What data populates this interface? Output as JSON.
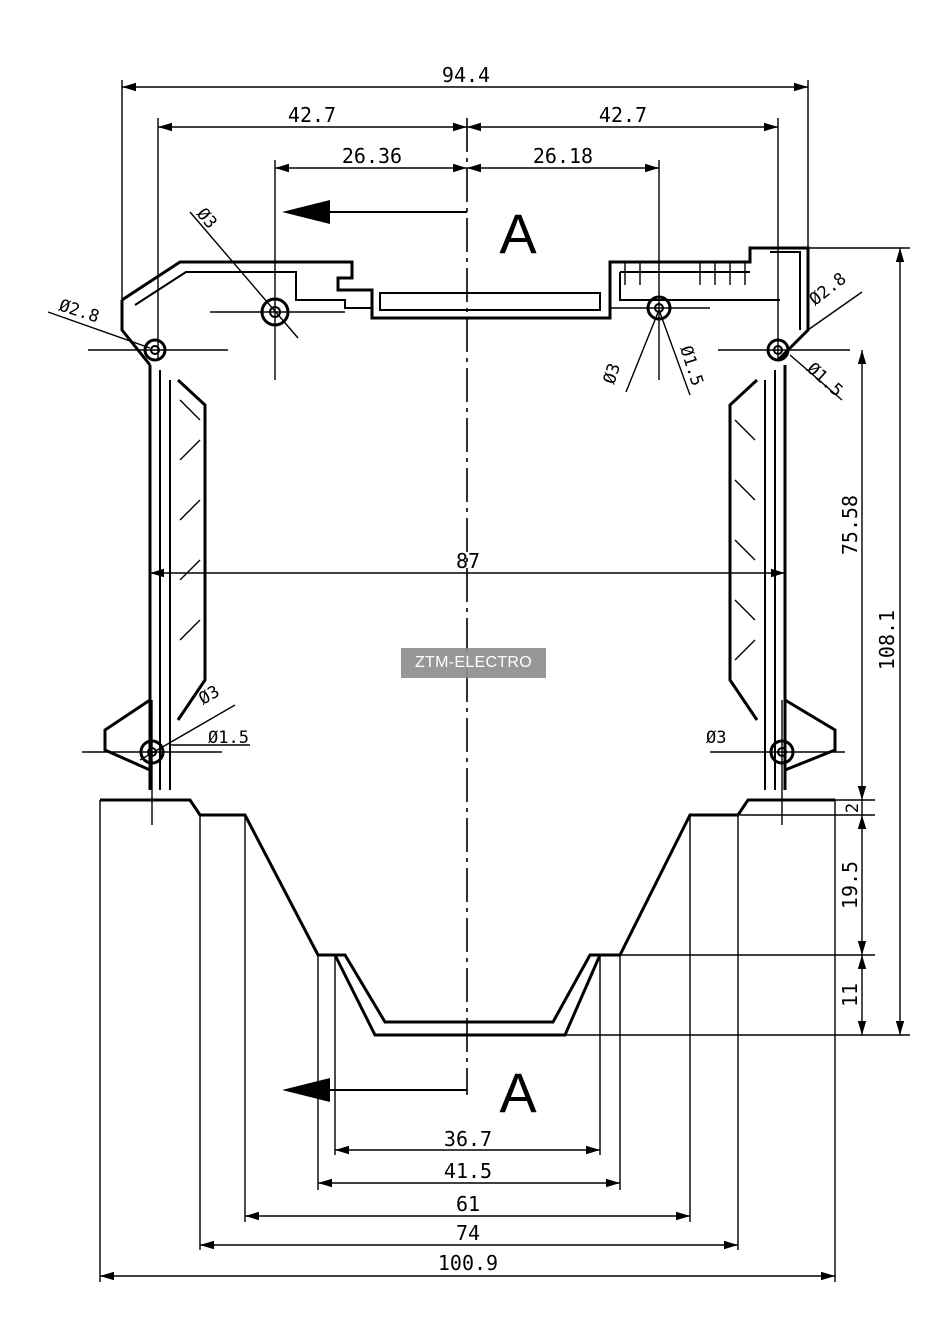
{
  "dimensions": {
    "overall_top_width": "94.4",
    "left_half": "42.7",
    "right_half": "42.7",
    "left_mount": "26.36",
    "right_mount": "26.18",
    "inner_width": "87",
    "hole_tl": "Ø2.8",
    "hole_tl2": "Ø3",
    "hole_tr": "Ø2.8",
    "hole_tr2": "Ø1.5",
    "hole_tm_a": "Ø3",
    "hole_tm_b": "Ø1.5",
    "hole_bl_a": "Ø3",
    "hole_bl_b": "Ø1.5",
    "hole_br": "Ø3",
    "height_upper": "75.58",
    "height_total": "108.1",
    "step_2": "2",
    "step_19_5": "19.5",
    "step_11": "11",
    "w_36_7": "36.7",
    "w_41_5": "41.5",
    "w_61": "61",
    "w_74": "74",
    "w_100_9": "100.9"
  },
  "section_label_top": "A",
  "section_label_bottom": "A",
  "watermark": "ZTM-ELECTRO"
}
